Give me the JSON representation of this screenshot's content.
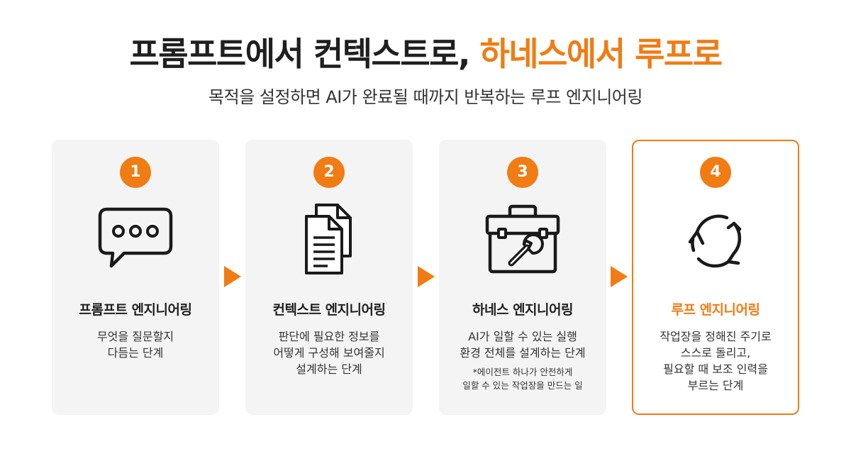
{
  "header": {
    "title_main": "프롬프트에서 컨텍스트로, ",
    "title_accent": "하네스에서 루프로",
    "subtitle": "목적을 설정하면 AI가 완료될 때까지 반복하는 루프 엔지니어링"
  },
  "colors": {
    "accent": "#f07c13",
    "card_bg": "#f4f4f4"
  },
  "steps": [
    {
      "number": "1",
      "icon": "chat-bubble-icon",
      "title": "프롬프트 엔지니어링",
      "desc": [
        "무엇을 질문할지",
        "다듬는 단계"
      ]
    },
    {
      "number": "2",
      "icon": "documents-icon",
      "title": "컨텍스트 엔지니어링",
      "desc": [
        "판단에 필요한 정보를",
        "어떻게 구성해 보여줄지",
        "설계하는 단계"
      ]
    },
    {
      "number": "3",
      "icon": "toolbox-icon",
      "title": "하네스 엔지니어링",
      "desc": [
        "AI가 일할 수 있는 실행",
        "환경 전체를 설계하는 단계"
      ],
      "note": [
        "*에이전트 하나가 안전하게",
        "일할 수 있는 작업장을 만드는 일"
      ]
    },
    {
      "number": "4",
      "icon": "refresh-loop-icon",
      "title": "루프 엔지니어링",
      "desc": [
        "작업장을 정해진 주기로",
        "스스로 돌리고,",
        "필요할 때 보조 인력을",
        "부르는 단계"
      ]
    }
  ]
}
